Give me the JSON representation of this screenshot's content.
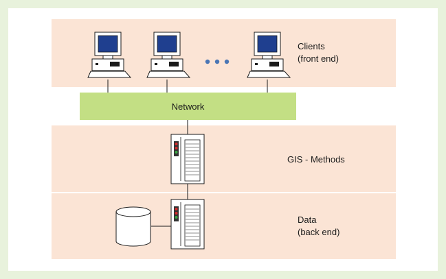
{
  "labels": {
    "clients_line1": "Clients",
    "clients_line2": "(front end)",
    "network": "Network",
    "gis_methods": "GIS - Methods",
    "data_line1": "Data",
    "data_line2": "(back end)"
  },
  "colors": {
    "background": "#e8f2dc",
    "band": "#fbe4d5",
    "network": "#c3df84",
    "screen": "#1f3f8f"
  }
}
